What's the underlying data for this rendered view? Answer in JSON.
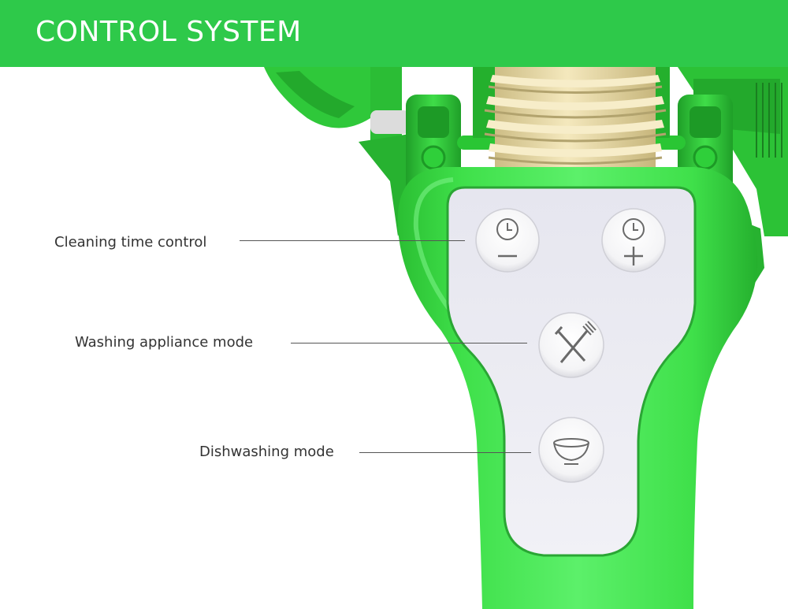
{
  "header": {
    "title": "CONTROL SYSTEM"
  },
  "callouts": {
    "cleaning_time": "Cleaning time control",
    "washing_appliance": "Washing appliance mode",
    "dishwashing": "Dishwashing mode"
  },
  "buttons": [
    {
      "icon": "clock-minus-icon"
    },
    {
      "icon": "clock-plus-icon"
    },
    {
      "icon": "fork-knife-icon"
    },
    {
      "icon": "bowl-icon"
    }
  ],
  "colors": {
    "header": "#2ec94a",
    "body_green": "#3ee04a",
    "panel": "#e9e9f1",
    "bellows": "#e8d9a6"
  }
}
